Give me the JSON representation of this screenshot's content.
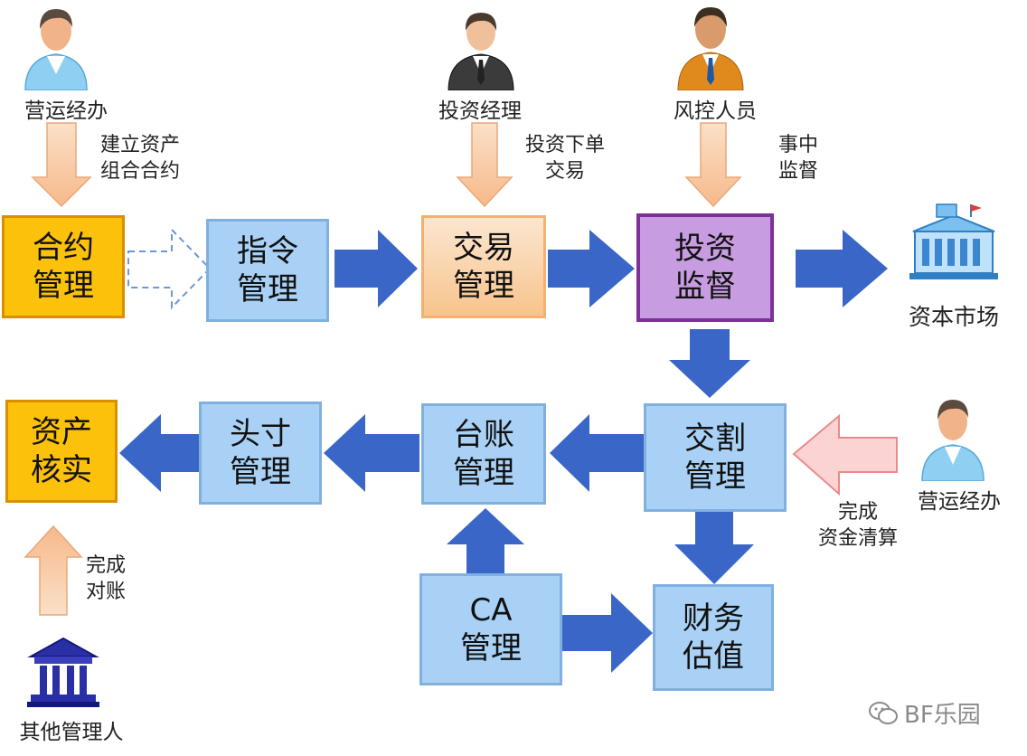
{
  "roles": {
    "ops_top": "营运经办",
    "invest_manager": "投资经理",
    "risk_staff": "风控人员",
    "ops_right": "营运经办",
    "other_manager": "其他管理人",
    "capital_market": "资本市场"
  },
  "boxes": {
    "contract": "合约\n管理",
    "instruction": "指令\n管理",
    "trade": "交易\n管理",
    "supervision": "投资\n监督",
    "asset_check": "资产\n核实",
    "position": "头寸\n管理",
    "ledger": "台账\n管理",
    "settlement": "交割\n管理",
    "ca": "CA\n管理",
    "valuation": "财务\n估值"
  },
  "labels": {
    "build_contract": "建立资产\n组合合约",
    "place_order": "投资下单\n交易",
    "in_process": "事中\n监督",
    "fund_clearing": "完成\n资金清算",
    "reconcile": "完成\n对账"
  },
  "watermark": "BF乐园",
  "colors": {
    "arrow_blue": "#3a67c7",
    "box_blue": "#a9d1f5",
    "box_gold": "#fcc10a",
    "box_peach": "#f8c48d",
    "box_purple": "#c79ce0",
    "down_arrow_peach": "#f8c9a0",
    "pink_arrow": "#fbd3d3"
  }
}
